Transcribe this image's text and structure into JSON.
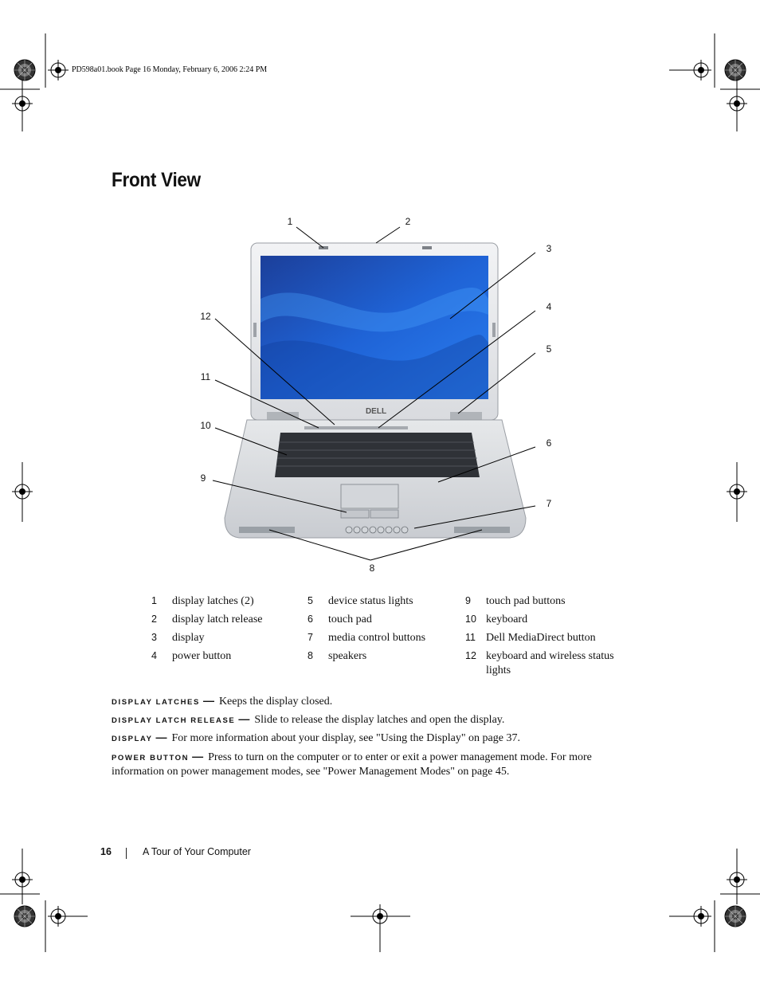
{
  "slug": "PD598a01.book  Page 16  Monday, February 6, 2006  2:24 PM",
  "title": "Front View",
  "figure": {
    "brand": "DELL",
    "callouts": [
      "1",
      "2",
      "3",
      "4",
      "5",
      "6",
      "7",
      "8",
      "9",
      "10",
      "11",
      "12"
    ]
  },
  "legend": {
    "col1": [
      {
        "num": "1",
        "text": "display latches (2)"
      },
      {
        "num": "2",
        "text": "display latch release"
      },
      {
        "num": "3",
        "text": "display"
      },
      {
        "num": "4",
        "text": "power button"
      }
    ],
    "col2": [
      {
        "num": "5",
        "text": "device status lights"
      },
      {
        "num": "6",
        "text": "touch pad"
      },
      {
        "num": "7",
        "text": "media control buttons"
      },
      {
        "num": "8",
        "text": "speakers"
      }
    ],
    "col3": [
      {
        "num": "9",
        "text": "touch pad buttons"
      },
      {
        "num": "10",
        "text": "keyboard"
      },
      {
        "num": "11",
        "text": "Dell MediaDirect button"
      },
      {
        "num": "12",
        "text": "keyboard and wireless status lights"
      }
    ]
  },
  "descriptions": [
    {
      "term": "DISPLAY LATCHES",
      "dash": "—",
      "text": "Keeps the display closed."
    },
    {
      "term": "DISPLAY LATCH RELEASE",
      "dash": "—",
      "text": "Slide to release the display latches and open the display."
    },
    {
      "term": "DISPLAY",
      "dash": "—",
      "text": "For more information about your display, see \"Using the Display\" on page 37."
    },
    {
      "term": "POWER BUTTON",
      "dash": "—",
      "text": "Press to turn on the computer or to enter or exit a power management mode. For more information on power management modes, see \"Power Management Modes\" on page 45."
    }
  ],
  "footer": {
    "page_number": "16",
    "chapter": "A Tour of Your Computer"
  }
}
